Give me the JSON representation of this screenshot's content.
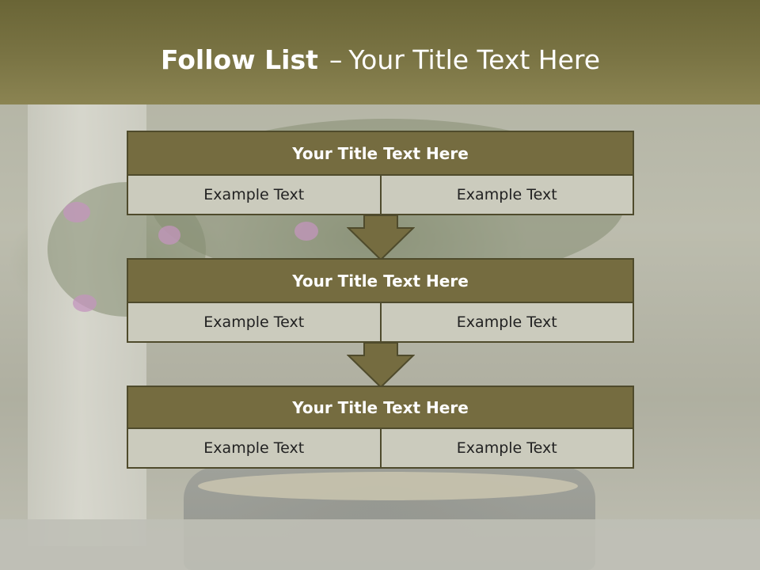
{
  "slide": {
    "title_bold": "Follow List",
    "title_dash": "–",
    "title_rest": "Your Title Text Here"
  },
  "steps": [
    {
      "title": "Your Title Text Here",
      "left": "Example Text",
      "right": "Example Text"
    },
    {
      "title": "Your Title Text Here",
      "left": "Example Text",
      "right": "Example Text"
    },
    {
      "title": "Your Title Text Here",
      "left": "Example Text",
      "right": "Example Text"
    }
  ],
  "colors": {
    "title_bar": "#756f3e",
    "block_header": "#756c40",
    "block_border": "#4f4b2c",
    "cell_fill": "#cbcbbd",
    "arrow_fill": "#756c40"
  },
  "icons": [
    "down-arrow-icon",
    "down-arrow-icon"
  ]
}
